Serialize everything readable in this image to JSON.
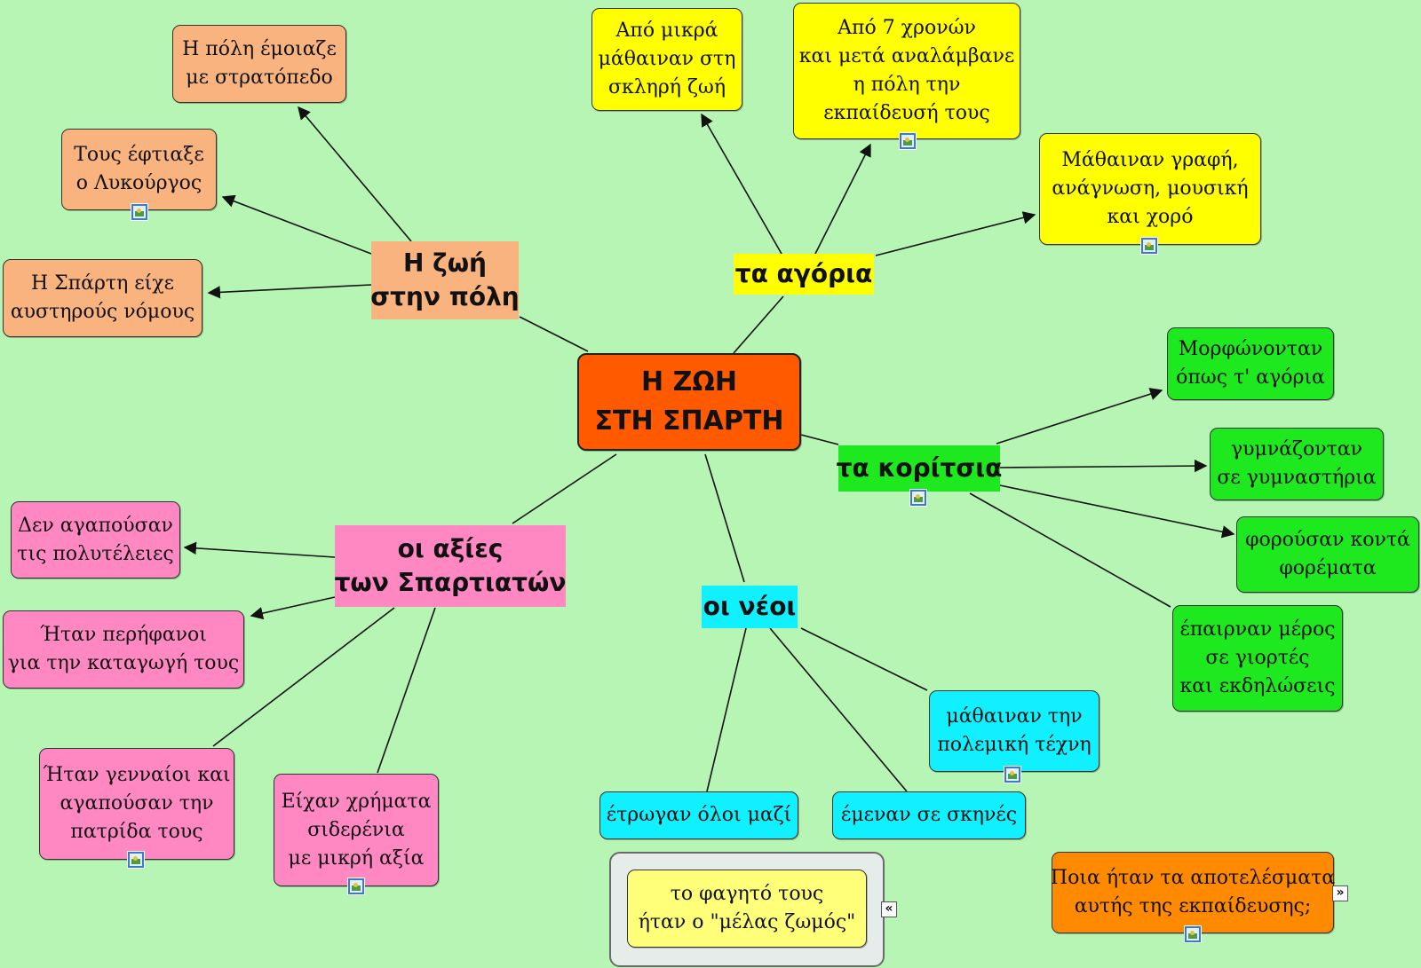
{
  "colors": {
    "background": "#b6f5b3",
    "center": "#ff5a00",
    "city": "#f9b37e",
    "boys": "#ffff00",
    "girls": "#1ee81e",
    "youth": "#10f0ff",
    "values": "#ff88c2",
    "question": "#ff8a00"
  },
  "center": {
    "lines": [
      "Η ΖΩΗ",
      "ΣΤΗ ΣΠΑΡΤΗ"
    ]
  },
  "topics": {
    "city": {
      "lines": [
        "Η ζωή",
        "στην πόλη"
      ]
    },
    "boys": {
      "lines": [
        "τα αγόρια"
      ]
    },
    "girls": {
      "lines": [
        "τα κορίτσια"
      ]
    },
    "youth": {
      "lines": [
        "οι νέοι"
      ]
    },
    "values": {
      "lines": [
        "οι αξίες",
        "των Σπαρτιατών"
      ]
    }
  },
  "city": [
    {
      "lines": [
        "Η πόλη έμοιαζε",
        "με στρατόπεδο"
      ]
    },
    {
      "lines": [
        "Τους έφτιαξε",
        "ο Λυκούργος"
      ]
    },
    {
      "lines": [
        "Η Σπάρτη είχε",
        "αυστηρούς νόμους"
      ]
    }
  ],
  "boys": [
    {
      "lines": [
        "Από μικρά",
        "μάθαιναν στη",
        "σκληρή ζωή"
      ]
    },
    {
      "lines": [
        "Από 7 χρονών",
        "και μετά αναλάμβανε",
        "η πόλη την",
        "εκπαίδευσή τους"
      ]
    },
    {
      "lines": [
        "Μάθαιναν γραφή,",
        "ανάγνωση, μουσική",
        "και χορό"
      ]
    }
  ],
  "girls": [
    {
      "lines": [
        "Μορφώνονταν",
        "όπως τ' αγόρια"
      ]
    },
    {
      "lines": [
        "γυμνάζονταν",
        "σε γυμναστήρια"
      ]
    },
    {
      "lines": [
        "φορούσαν κοντά",
        "φορέματα"
      ]
    },
    {
      "lines": [
        "έπαιρναν μέρος",
        "σε γιορτές",
        "και εκδηλώσεις"
      ]
    }
  ],
  "youth": [
    {
      "lines": [
        "μάθαιναν την",
        "πολεμική τέχνη"
      ]
    },
    {
      "lines": [
        "έτρωγαν όλοι μαζί"
      ]
    },
    {
      "lines": [
        "έμεναν σε σκηνές"
      ]
    },
    {
      "lines": [
        "το φαγητό τους",
        "ήταν ο \"μέλας ζωμός\""
      ]
    }
  ],
  "values": [
    {
      "lines": [
        "Δεν αγαπούσαν",
        "τις πολυτέλειες"
      ]
    },
    {
      "lines": [
        "Ήταν περήφανοι",
        "για την καταγωγή τους"
      ]
    },
    {
      "lines": [
        "Ήταν γενναίοι και",
        "αγαπούσαν την",
        "πατρίδα τους"
      ]
    },
    {
      "lines": [
        "Είχαν χρήματα",
        "σιδερένια",
        "με μικρή αξία"
      ]
    }
  ],
  "question": {
    "lines": [
      "Ποια ήταν τα αποτελέσματα",
      "αυτής της εκπαίδευσης;"
    ]
  },
  "icons": {
    "image": "image-icon",
    "collapse": "double-left-chevron-icon",
    "expand": "double-right-chevron-icon",
    "collapse_glyph": "«",
    "expand_glyph": "»"
  }
}
